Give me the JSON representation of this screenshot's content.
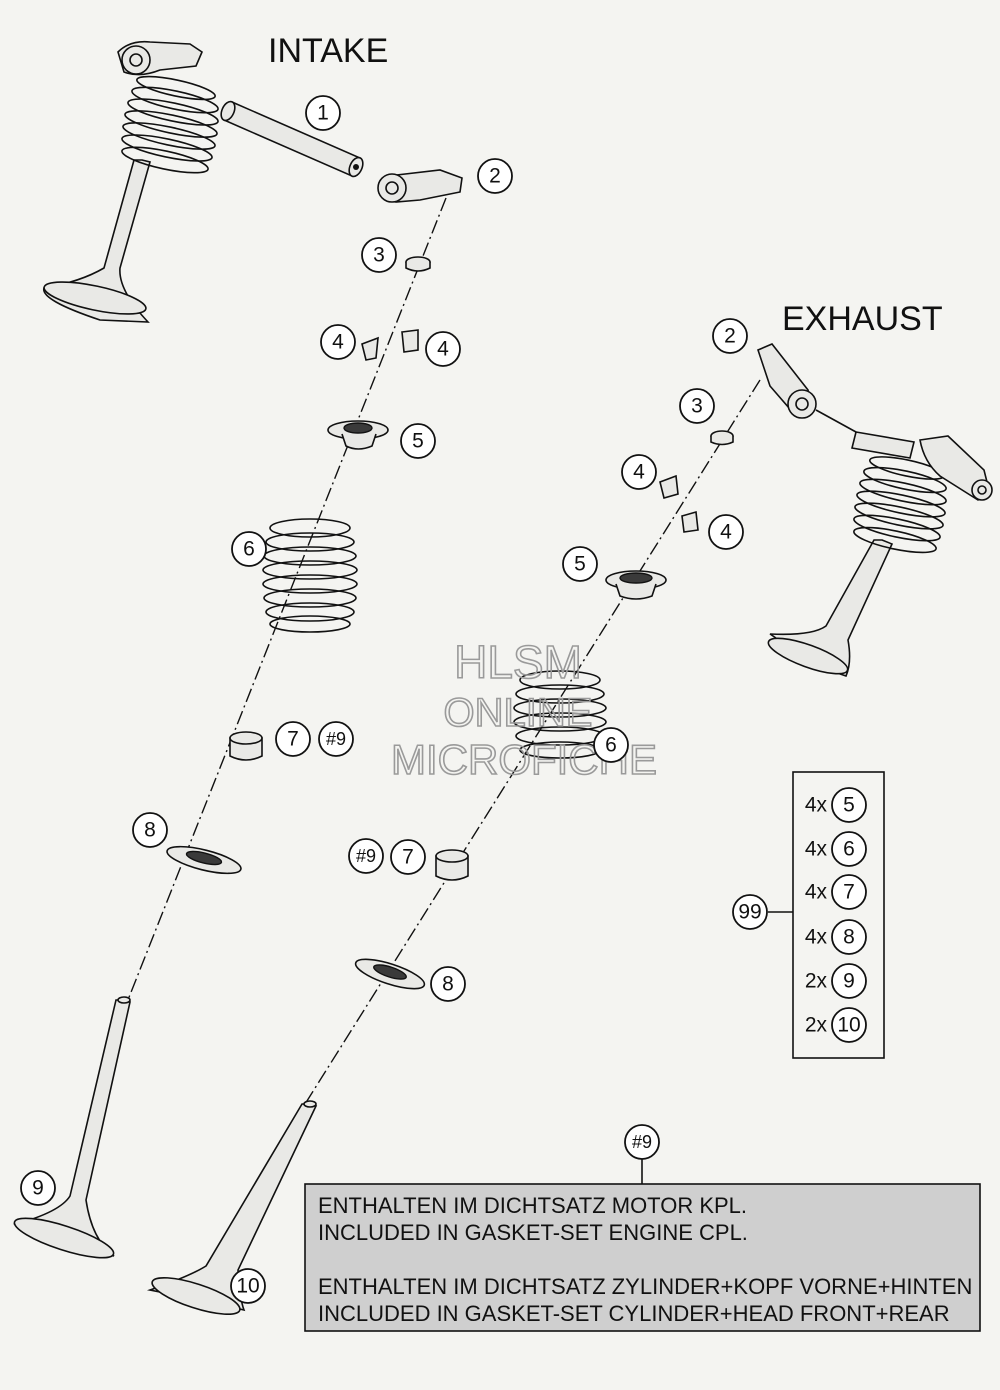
{
  "headings": {
    "intake": "INTAKE",
    "exhaust": "EXHAUST"
  },
  "watermark": {
    "line1": "HLSM",
    "line2": "ONLINE",
    "line3": "MICROFICHE"
  },
  "callouts": {
    "intake": [
      "1",
      "2",
      "3",
      "4",
      "4",
      "5",
      "6",
      "7",
      "#9",
      "8",
      "9"
    ],
    "exhaust": [
      "2",
      "3",
      "4",
      "4",
      "5",
      "6",
      "#9",
      "7",
      "8",
      "10"
    ]
  },
  "kit": {
    "label": "99",
    "rows": [
      {
        "qty": "4x",
        "part": "5"
      },
      {
        "qty": "4x",
        "part": "6"
      },
      {
        "qty": "4x",
        "part": "7"
      },
      {
        "qty": "4x",
        "part": "8"
      },
      {
        "qty": "2x",
        "part": "9"
      },
      {
        "qty": "2x",
        "part": "10"
      }
    ]
  },
  "note": {
    "ref": "#9",
    "lines": [
      "ENTHALTEN IM DICHTSATZ MOTOR KPL.",
      "INCLUDED IN GASKET-SET ENGINE CPL.",
      "",
      "ENTHALTEN IM DICHTSATZ ZYLINDER+KOPF VORNE+HINTEN",
      "INCLUDED IN GASKET-SET CYLINDER+HEAD FRONT+REAR"
    ]
  },
  "colors": {
    "background": "#f4f4f1",
    "note_box": "#cfcfcf",
    "line": "#111111",
    "watermark": "#9a9a9a"
  }
}
